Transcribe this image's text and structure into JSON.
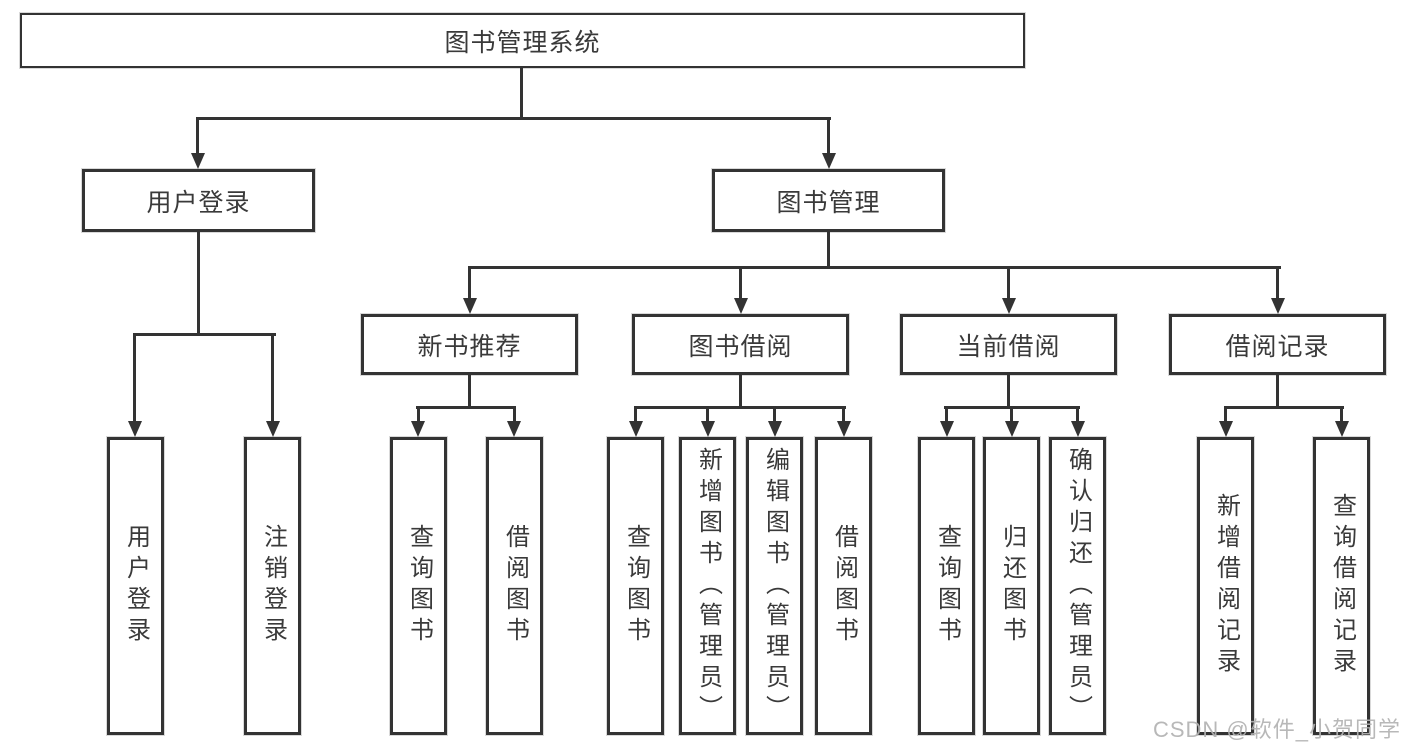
{
  "colors": {
    "background": "#ffffff",
    "line": "#333333",
    "box_border": "#333333",
    "text": "#3a3a3a",
    "watermark": "#b2b2b2"
  },
  "watermark": {
    "text": "CSDN @软件_小贺同学"
  },
  "diagram": {
    "type": "tree",
    "root": {
      "label": "图书管理系统"
    },
    "children": [
      {
        "label": "用户登录",
        "children": [
          {
            "label": "用户登录"
          },
          {
            "label": "注销登录"
          }
        ]
      },
      {
        "label": "图书管理",
        "children": [
          {
            "label": "新书推荐",
            "children": [
              {
                "label": "查询图书"
              },
              {
                "label": "借阅图书"
              }
            ]
          },
          {
            "label": "图书借阅",
            "children": [
              {
                "label": "查询图书"
              },
              {
                "label": "新增图书（管理员）"
              },
              {
                "label": "编辑图书（管理员）"
              },
              {
                "label": "借阅图书"
              }
            ]
          },
          {
            "label": "当前借阅",
            "children": [
              {
                "label": "查询图书"
              },
              {
                "label": "归还图书"
              },
              {
                "label": "确认归还（管理员）"
              }
            ]
          },
          {
            "label": "借阅记录",
            "children": [
              {
                "label": "新增借阅记录"
              },
              {
                "label": "查询借阅记录"
              }
            ]
          }
        ]
      }
    ]
  }
}
